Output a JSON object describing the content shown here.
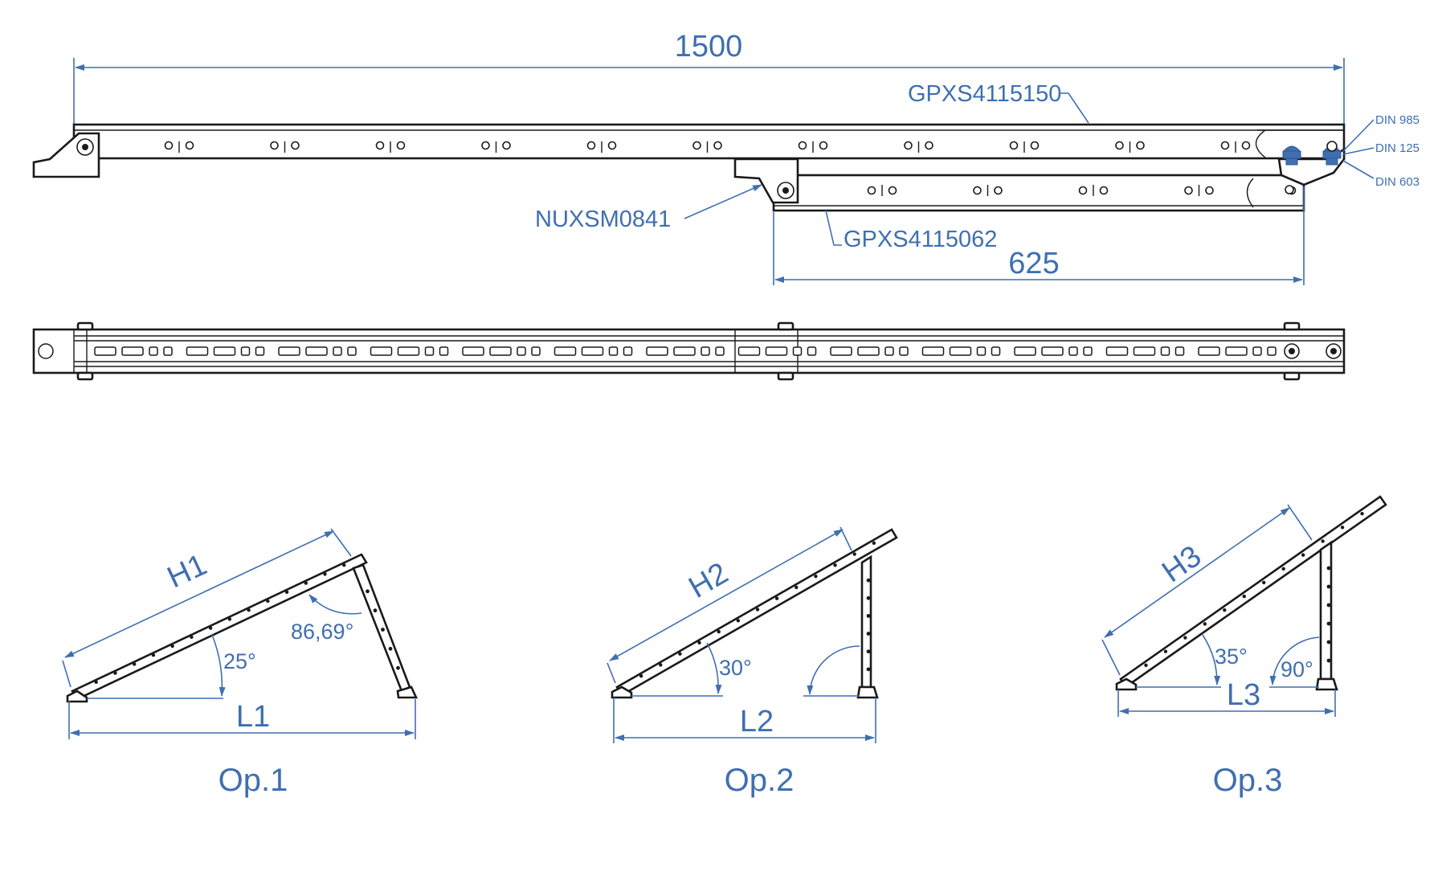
{
  "side_view": {
    "overall_length": "1500",
    "rail_code": "GPXS4115150",
    "bracket_code": "NUXSM0841",
    "lower_rail_code": "GPXS4115062",
    "lower_length": "625",
    "fasteners": [
      "DIN 985",
      "DIN 125",
      "DIN 603"
    ]
  },
  "configurations": [
    {
      "option": "Op.1",
      "H": "H1",
      "L": "L1",
      "tilt_angle": "25°",
      "support_angle": "86,69°"
    },
    {
      "option": "Op.2",
      "H": "H2",
      "L": "L2",
      "tilt_angle": "30°"
    },
    {
      "option": "Op.3",
      "H": "H3",
      "L": "L3",
      "tilt_angle": "35°",
      "support_angle": "90°"
    }
  ],
  "colors": {
    "dimension": "#3f6fb0",
    "outline": "#1a1a1a",
    "fastener": "#3f6fb0"
  }
}
